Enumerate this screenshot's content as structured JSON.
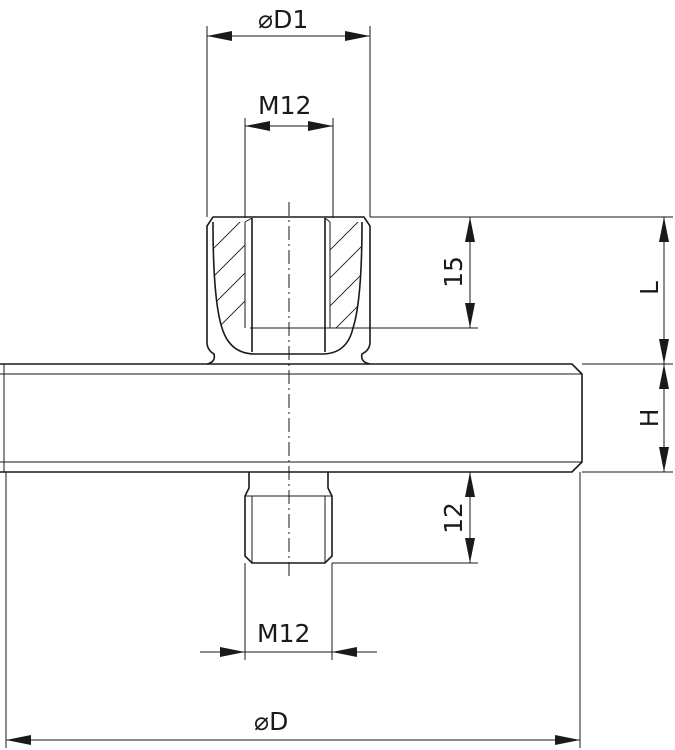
{
  "labels": {
    "d1": "D1",
    "m12_top": "M12",
    "depth_15": "15",
    "l": "L",
    "h": "H",
    "depth_12": "12",
    "m12_bottom": "M12",
    "d": "D"
  },
  "symbols": {
    "diameter": "⌀"
  }
}
